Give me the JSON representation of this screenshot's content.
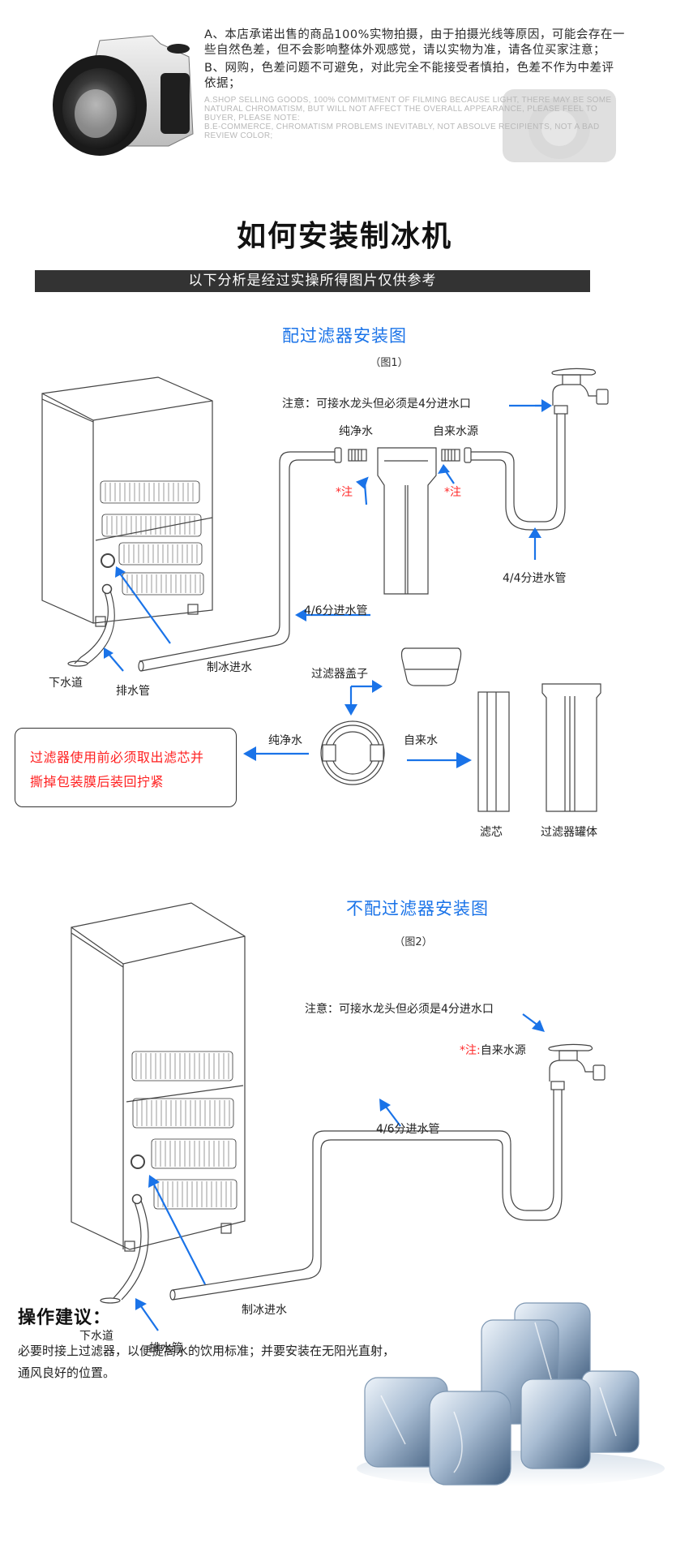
{
  "disclaimer": {
    "cn_a": "A、本店承诺出售的商品100%实物拍摄，由于拍摄光线等原因，可能会存在一些自然色差，但不会影响整体外观感觉，请以实物为准，请各位买家注意；",
    "cn_b": "B、网购，色差问题不可避免，对此完全不能接受者慎拍，色差不作为中差评依据；",
    "en_a": "A.SHOP SELLING GOODS, 100% COMMITMENT OF FILMING BECAUSE LIGHT, THERE MAY BE SOME NATURAL CHROMATISM, BUT WILL NOT AFFECT THE OVERALL APPEARANCE, PLEASE FEEL TO BUYER, PLEASE NOTE:",
    "en_b": "B.E-COMMERCE, CHROMATISM PROBLEMS INEVITABLY, NOT ABSOLVE RECIPIENTS, NOT A BAD REVIEW COLOR;"
  },
  "headline": "如何安装制冰机",
  "banner": "以下分析是经过实操所得图片仅供参考",
  "colors": {
    "accent_blue": "#1a73e8",
    "warning_red": "#ff2a2a",
    "banner_bg": "#333333"
  },
  "fig1": {
    "title": "配过滤器安装图",
    "label": "（图1）",
    "note": "注意：可接水龙头但必须是4分进水口",
    "pure_water": "纯净水",
    "tap_source": "自来水源",
    "star_note": "*注",
    "pipe_44": "4/4分进水管",
    "pipe_46": "4/6分进水管",
    "ice_inlet": "制冰进水",
    "sewer": "下水道",
    "drain_pipe": "排水管",
    "filter_cap": "过滤器盖子",
    "pure_water_out": "纯净水",
    "tap_water_in": "自来水",
    "filter_core": "滤芯",
    "filter_housing": "过滤器罐体",
    "warning_line1": "过滤器使用前必须取出滤芯并",
    "warning_line2": "撕掉包装膜后装回拧紧"
  },
  "fig2": {
    "title": "不配过滤器安装图",
    "label": "（图2）",
    "note": "注意：可接水龙头但必须是4分进水口",
    "star_note": "*注:",
    "tap_source": "自来水源",
    "pipe_46": "4/6分进水管",
    "ice_inlet": "制冰进水",
    "sewer": "下水道",
    "drain_pipe": "排水管"
  },
  "tips": {
    "title": "操作建议：",
    "body": "必要时接上过滤器，以便提高水的饮用标准；并要安装在无阳光直射，通风良好的位置。"
  }
}
